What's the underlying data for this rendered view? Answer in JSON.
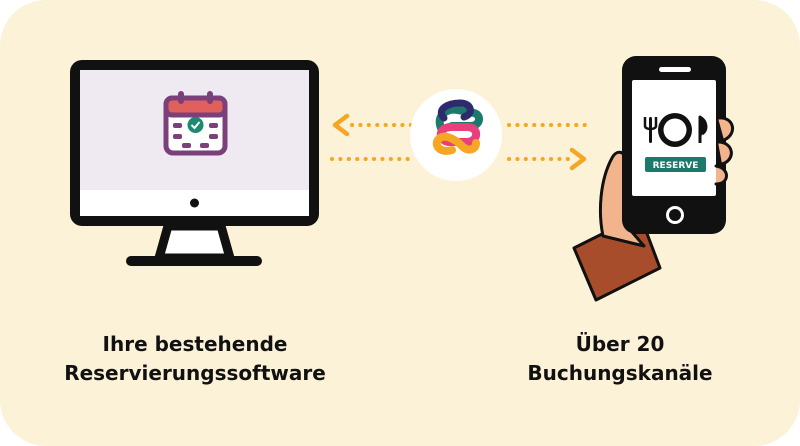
{
  "left_caption": {
    "line1": "Ihre bestehende",
    "line2": "Reservierungssoftware"
  },
  "right_caption": {
    "line1": "Über 20",
    "line2": "Buchungskanäle"
  },
  "phone": {
    "reserve_label": "RESERVE"
  },
  "icons": {
    "computer": "desktop-monitor-icon",
    "calendar": "calendar-check-icon",
    "logo": "interlinked-loops-logo",
    "phone": "smartphone-in-hand-icon",
    "plate": "plate-fork-knife-icon"
  },
  "colors": {
    "background": "#fcf2d8",
    "arrows": "#f5a623",
    "calendar": "#7b3f7a",
    "check": "#1b8a70",
    "reserve_button": "#1b7a6b",
    "monitor_screen": "#efe9f1",
    "sleeve": "#a84d2b",
    "skin": "#f2b48c"
  }
}
